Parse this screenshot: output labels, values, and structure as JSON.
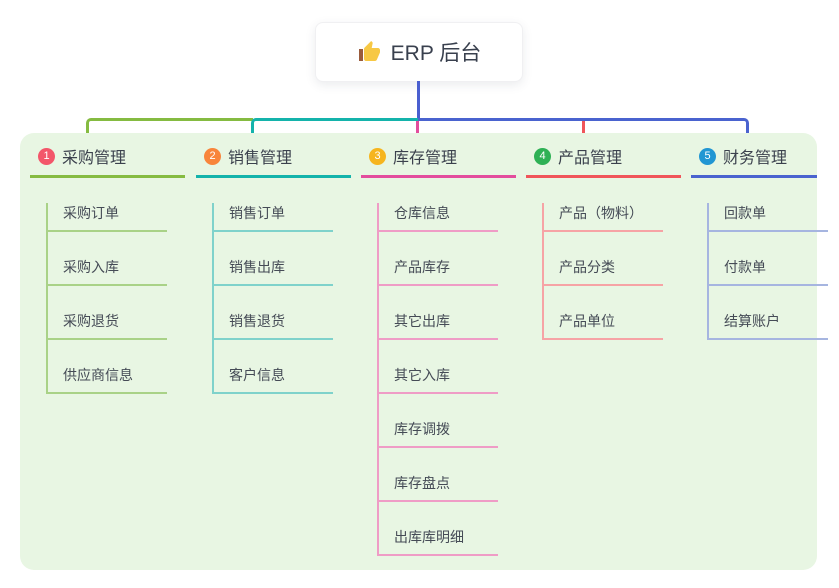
{
  "root": {
    "title": "ERP 后台",
    "icon": "thumbs-up-icon"
  },
  "branches": [
    {
      "index": "1",
      "label": "采购管理",
      "badge_color": "#f3566a",
      "line_color": "#85bb41",
      "light_color": "#a9d287",
      "children": [
        "采购订单",
        "采购入库",
        "采购退货",
        "供应商信息"
      ]
    },
    {
      "index": "2",
      "label": "销售管理",
      "badge_color": "#f8853b",
      "line_color": "#14b3ab",
      "light_color": "#7fd2cb",
      "children": [
        "销售订单",
        "销售出库",
        "销售退货",
        "客户信息"
      ]
    },
    {
      "index": "3",
      "label": "库存管理",
      "badge_color": "#f6b51e",
      "line_color": "#e34d9d",
      "light_color": "#ef9cc6",
      "children": [
        "仓库信息",
        "产品库存",
        "其它出库",
        "其它入库",
        "库存调拨",
        "库存盘点",
        "出库库明细"
      ]
    },
    {
      "index": "4",
      "label": "产品管理",
      "badge_color": "#2eb155",
      "line_color": "#f0555a",
      "light_color": "#f6a3a5",
      "children": [
        "产品（物料）",
        "产品分类",
        "产品单位"
      ]
    },
    {
      "index": "5",
      "label": "财务管理",
      "badge_color": "#2196d3",
      "line_color": "#4a63cf",
      "light_color": "#a6b5e0",
      "children": [
        "回款单",
        "付款单",
        "结算账户"
      ]
    }
  ],
  "colors": {
    "panel_bg": "#e8f6e3",
    "root_line": "#4a5fd0",
    "title_text": "#39404e",
    "child_text": "#454b56"
  }
}
